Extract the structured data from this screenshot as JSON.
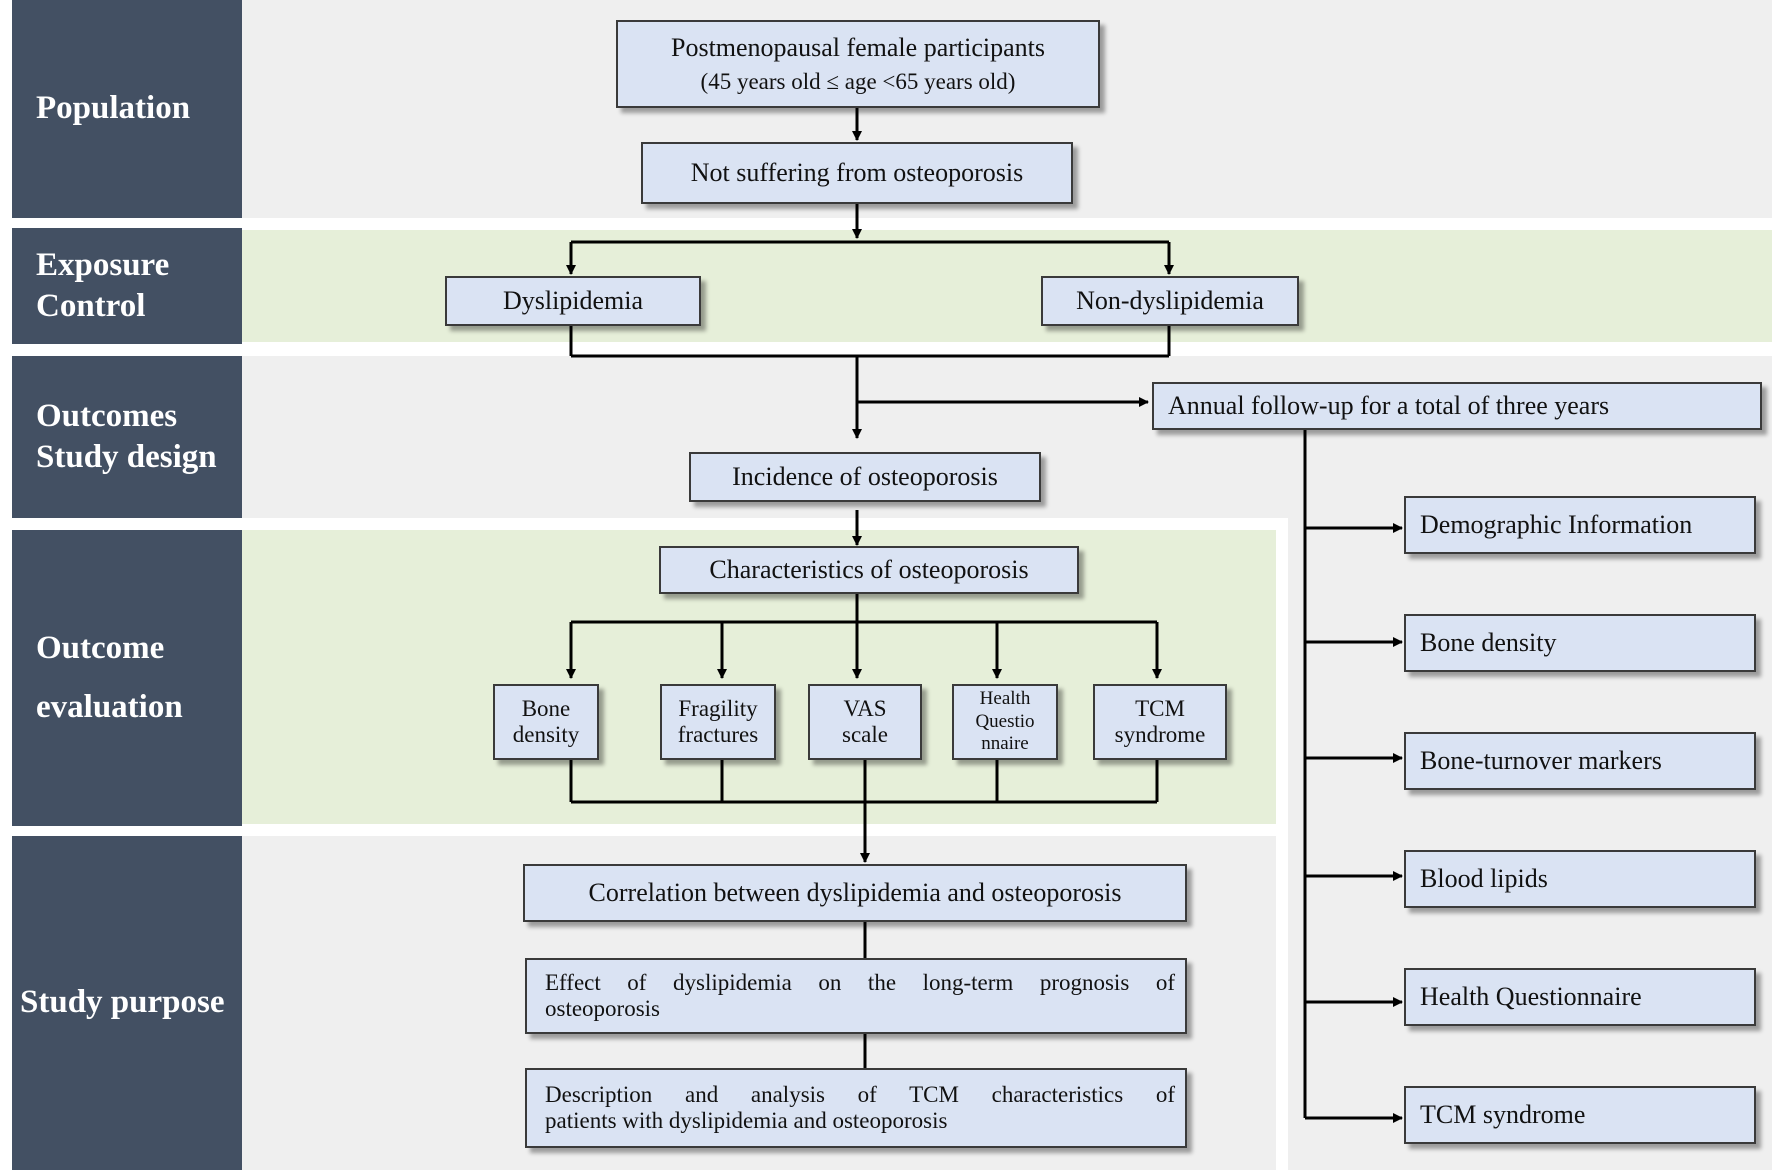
{
  "rows": {
    "population": [
      "Population"
    ],
    "exposure": [
      "Exposure",
      "Control"
    ],
    "outcomes": [
      "Outcomes",
      "Study design"
    ],
    "evaluation": [
      "Outcome",
      "evaluation"
    ],
    "purpose": [
      "Study purpose"
    ]
  },
  "boxes": {
    "participants": {
      "line1": "Postmenopausal female participants",
      "line2": "(45 years old ≤ age <65 years old)"
    },
    "not_suffering": "Not suffering from osteoporosis",
    "dyslipidemia": "Dyslipidemia",
    "non_dyslipidemia": "Non-dyslipidemia",
    "followup": "Annual follow-up for a total of three years",
    "incidence": "Incidence of osteoporosis",
    "characteristics": "Characteristics of osteoporosis",
    "eval_items": [
      [
        "Bone",
        "density"
      ],
      [
        "Fragility",
        "fractures"
      ],
      [
        "VAS",
        "scale"
      ],
      [
        "Health",
        "Questio",
        "nnaire"
      ],
      [
        "TCM",
        "syndrome"
      ]
    ],
    "correlation": "Correlation between dyslipidemia and osteoporosis",
    "effect": [
      "Effect of dyslipidemia on the long-term prognosis of",
      "osteoporosis"
    ],
    "description": [
      "Description and analysis of TCM characteristics of",
      "patients with dyslipidemia and osteoporosis"
    ],
    "followup_items": [
      "Demographic Information",
      "Bone density",
      "Bone-turnover markers",
      "Blood lipids",
      "Health Questionnaire",
      "TCM syndrome"
    ]
  },
  "colors": {
    "label_bg": "#435063",
    "box_fill": "#dae3f3",
    "band_gray": "#efefef",
    "band_green": "#e6efd9",
    "line": "#000000"
  }
}
